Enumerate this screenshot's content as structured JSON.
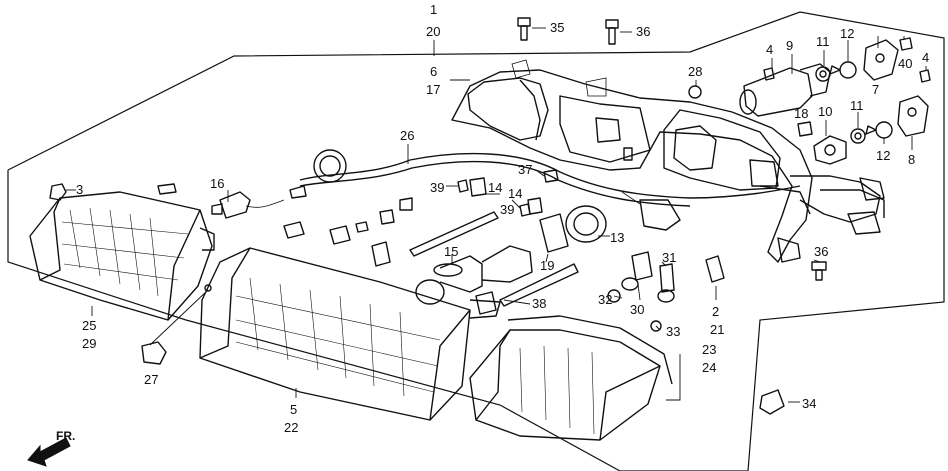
{
  "callouts": {
    "c1": "1",
    "c20": "20",
    "c35": "35",
    "c36a": "36",
    "c36b": "36",
    "c4a": "4",
    "c9": "9",
    "c11a": "11",
    "c12a": "12",
    "c40": "40",
    "c4b": "4",
    "c7": "7",
    "c6": "6",
    "c17": "17",
    "c28": "28",
    "c18": "18",
    "c10": "10",
    "c11b": "11",
    "c12b": "12",
    "c8": "8",
    "c26": "26",
    "c37": "37",
    "c3": "3",
    "c16": "16",
    "c39a": "39",
    "c14a": "14",
    "c14b": "14",
    "c39b": "39",
    "c13": "13",
    "c15": "15",
    "c19": "19",
    "c31": "31",
    "c32": "32",
    "c38": "38",
    "c30": "30",
    "c33": "33",
    "c2": "2",
    "c21": "21",
    "c25": "25",
    "c29": "29",
    "c27": "27",
    "c5": "5",
    "c22": "22",
    "c23": "23",
    "c24": "24",
    "c34": "34"
  },
  "direction_label": "FR."
}
